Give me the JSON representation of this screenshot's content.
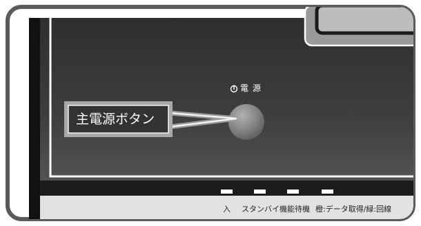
{
  "callout": {
    "text": "主電源ボタン"
  },
  "power_button": {
    "label": "電 源"
  },
  "indicators": [
    {
      "label": "入"
    },
    {
      "label": "スタンバイ"
    },
    {
      "label": "機能待機"
    },
    {
      "label": "橙:データ取得/緑:回線"
    }
  ]
}
